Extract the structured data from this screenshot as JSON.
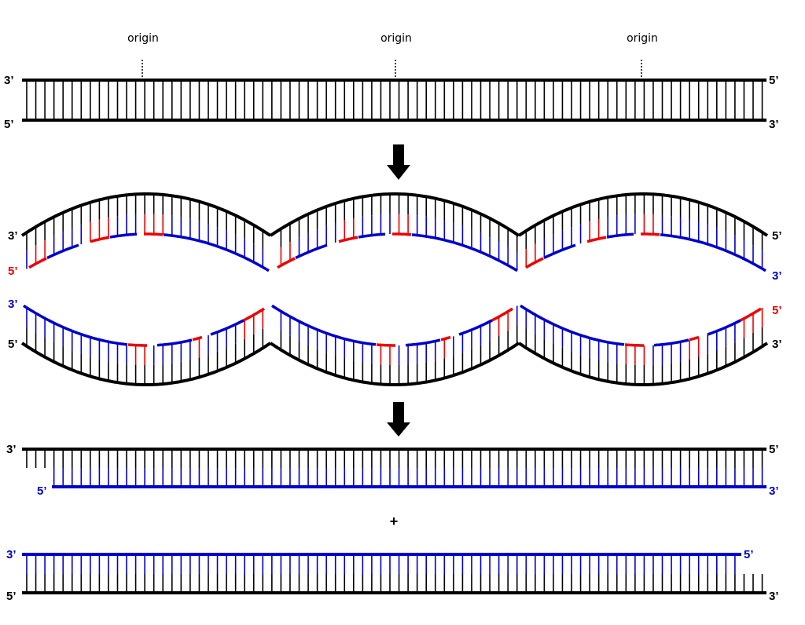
{
  "colors": {
    "parent": "#000000",
    "new_strand": "#0000cc",
    "primer": "#ee0000"
  },
  "top_duplex": {
    "origins": [
      "origin",
      "origin",
      "origin"
    ],
    "left_top": "3’",
    "left_bottom": "5’",
    "right_top": "5’",
    "right_bottom": "3’"
  },
  "bubbles": {
    "upper_left_top": "3’",
    "upper_left_bottom": "5’",
    "upper_right_top": "5’",
    "upper_right_bottom": "3’",
    "lower_left_top": "3’",
    "lower_left_bottom": "5’",
    "lower_right_top": "5’",
    "lower_right_bottom": "3’"
  },
  "product1": {
    "left_top": "3’",
    "left_bottom": "5’",
    "right_top": "5’",
    "right_bottom": "3’"
  },
  "plus": "+",
  "product2": {
    "left_top": "3’",
    "left_bottom": "5’",
    "right_top": "5’",
    "right_bottom": "3’"
  }
}
